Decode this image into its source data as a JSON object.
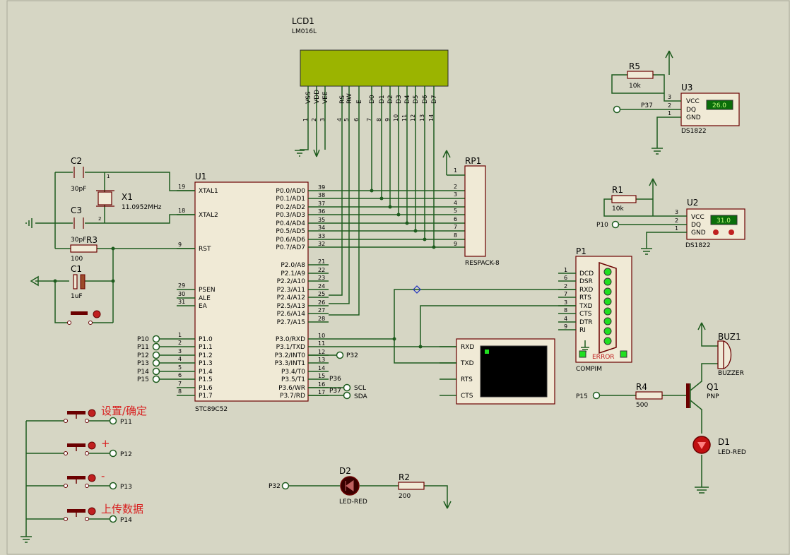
{
  "lcd": {
    "ref": "LCD1",
    "model": "LM016L",
    "pins": [
      {
        "name": "VSS",
        "num": "1"
      },
      {
        "name": "VDD",
        "num": "2"
      },
      {
        "name": "VEE",
        "num": "3"
      },
      {
        "name": "RS",
        "num": "4"
      },
      {
        "name": "RW",
        "num": "5"
      },
      {
        "name": "E",
        "num": "6"
      },
      {
        "name": "D0",
        "num": "7"
      },
      {
        "name": "D1",
        "num": "8"
      },
      {
        "name": "D2",
        "num": "9"
      },
      {
        "name": "D3",
        "num": "10"
      },
      {
        "name": "D4",
        "num": "11"
      },
      {
        "name": "D5",
        "num": "12"
      },
      {
        "name": "D6",
        "num": "13"
      },
      {
        "name": "D7",
        "num": "14"
      }
    ]
  },
  "mcu": {
    "ref": "U1",
    "model": "STC89C52",
    "left_pins": [
      {
        "num": "19",
        "name": "XTAL1"
      },
      {
        "num": "18",
        "name": "XTAL2"
      },
      {
        "num": "9",
        "name": "RST"
      },
      {
        "num": "29",
        "name": "PSEN"
      },
      {
        "num": "30",
        "name": "ALE"
      },
      {
        "num": "31",
        "name": "EA"
      },
      {
        "num": "1",
        "name": "P1.0"
      },
      {
        "num": "2",
        "name": "P1.1"
      },
      {
        "num": "3",
        "name": "P1.2"
      },
      {
        "num": "4",
        "name": "P1.3"
      },
      {
        "num": "5",
        "name": "P1.4"
      },
      {
        "num": "6",
        "name": "P1.5"
      },
      {
        "num": "7",
        "name": "P1.6"
      },
      {
        "num": "8",
        "name": "P1.7"
      }
    ],
    "right_pins": [
      {
        "num": "39",
        "name": "P0.0/AD0"
      },
      {
        "num": "38",
        "name": "P0.1/AD1"
      },
      {
        "num": "37",
        "name": "P0.2/AD2"
      },
      {
        "num": "36",
        "name": "P0.3/AD3"
      },
      {
        "num": "35",
        "name": "P0.4/AD4"
      },
      {
        "num": "34",
        "name": "P0.5/AD5"
      },
      {
        "num": "33",
        "name": "P0.6/AD6"
      },
      {
        "num": "32",
        "name": "P0.7/AD7"
      },
      {
        "num": "21",
        "name": "P2.0/A8"
      },
      {
        "num": "22",
        "name": "P2.1/A9"
      },
      {
        "num": "23",
        "name": "P2.2/A10"
      },
      {
        "num": "24",
        "name": "P2.3/A11"
      },
      {
        "num": "25",
        "name": "P2.4/A12"
      },
      {
        "num": "26",
        "name": "P2.5/A13"
      },
      {
        "num": "27",
        "name": "P2.6/A14"
      },
      {
        "num": "28",
        "name": "P2.7/A15"
      },
      {
        "num": "10",
        "name": "P3.0/RXD"
      },
      {
        "num": "11",
        "name": "P3.1/TXD"
      },
      {
        "num": "12",
        "name": "P3.2/INT0"
      },
      {
        "num": "13",
        "name": "P3.3/INT1"
      },
      {
        "num": "14",
        "name": "P3.4/T0"
      },
      {
        "num": "15",
        "name": "P3.5/T1"
      },
      {
        "num": "16",
        "name": "P3.6/WR"
      },
      {
        "num": "17",
        "name": "P3.7/RD"
      }
    ]
  },
  "crystal": {
    "c2": "C2",
    "c2_val": "30pF",
    "c3": "C3",
    "c3_val": "30pF",
    "x1": "X1",
    "x1_val": "11.0952MHz",
    "pin1": "1",
    "pin2": "2"
  },
  "reset": {
    "r3": "R3",
    "r3_val": "100",
    "c1": "C1",
    "c1_val": "1uF"
  },
  "rp1": {
    "ref": "RP1",
    "model": "RESPACK-8",
    "pins": [
      "1",
      "2",
      "3",
      "4",
      "5",
      "6",
      "7",
      "8",
      "9"
    ]
  },
  "u3": {
    "ref": "U3",
    "model": "DS1822",
    "r": "R5",
    "r_val": "10k",
    "reading": "26.0",
    "net": "P37",
    "pins": [
      "VCC",
      "DQ",
      "GND"
    ],
    "nums": [
      "3",
      "2",
      "1"
    ]
  },
  "u2": {
    "ref": "U2",
    "model": "DS1822",
    "r": "R1",
    "r_val": "10k",
    "reading": "31.0",
    "net": "P10",
    "pins": [
      "VCC",
      "DQ",
      "GND"
    ],
    "nums": [
      "3",
      "2",
      "1"
    ]
  },
  "p1": {
    "ref": "P1",
    "model": "COMPIM",
    "error": "ERROR",
    "pins": [
      {
        "num": "1",
        "name": "DCD"
      },
      {
        "num": "6",
        "name": "DSR"
      },
      {
        "num": "2",
        "name": "RXD"
      },
      {
        "num": "7",
        "name": "RTS"
      },
      {
        "num": "3",
        "name": "TXD"
      },
      {
        "num": "8",
        "name": "CTS"
      },
      {
        "num": "4",
        "name": "DTR"
      },
      {
        "num": "9",
        "name": "RI"
      }
    ]
  },
  "terminal": {
    "pins": [
      "RXD",
      "TXD",
      "RTS",
      "CTS"
    ]
  },
  "buzzer": {
    "ref": "BUZ1",
    "model": "BUZZER",
    "q": "Q1",
    "q_model": "PNP",
    "r": "R4",
    "r_val": "500",
    "net": "P15",
    "led": "D1",
    "led_model": "LED-RED"
  },
  "led2": {
    "ref": "D2",
    "model": "LED-RED",
    "r": "R2",
    "r_val": "200",
    "net": "P32"
  },
  "mcu_nets": {
    "p32": "P32",
    "p36": "P36",
    "p37": "P37",
    "scl": "SCL",
    "sda": "SDA",
    "p1": [
      "P10",
      "P11",
      "P12",
      "P13",
      "P14",
      "P15"
    ]
  },
  "buttons": [
    {
      "label": "设置/确定",
      "net": "P11"
    },
    {
      "label": "+",
      "net": "P12"
    },
    {
      "label": "-",
      "net": "P13"
    },
    {
      "label": "上传数据",
      "net": "P14"
    }
  ]
}
